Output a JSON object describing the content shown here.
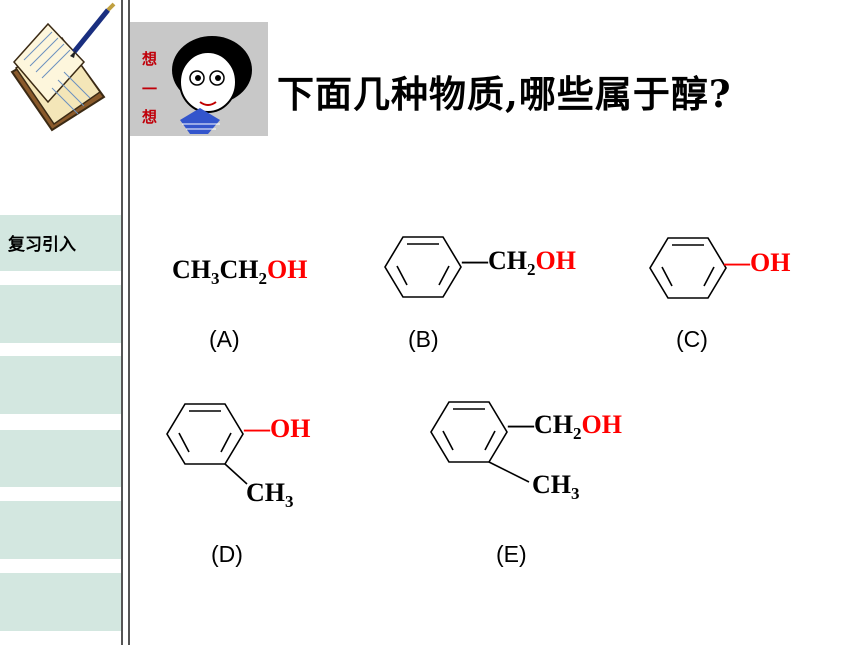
{
  "header": {
    "title": "下面几种物质,哪些属于醇?",
    "think_badge": "想一想"
  },
  "sidebar": {
    "items": [
      {
        "label": "复习引入"
      },
      {
        "label": ""
      },
      {
        "label": ""
      },
      {
        "label": ""
      },
      {
        "label": ""
      },
      {
        "label": ""
      }
    ]
  },
  "structures": {
    "A": {
      "caption": "(A)",
      "formula_parts": [
        "CH",
        "3",
        "CH",
        "2",
        "OH"
      ]
    },
    "B": {
      "caption": "(B)",
      "group": [
        "—CH",
        "2",
        "OH"
      ]
    },
    "C": {
      "caption": "(C)",
      "group": "—OH"
    },
    "D": {
      "caption": "(D)",
      "group": "—OH",
      "methyl": [
        "CH",
        "3"
      ]
    },
    "E": {
      "caption": "(E)",
      "group": [
        "—CH",
        "2",
        "OH"
      ],
      "methyl": [
        "CH",
        "3"
      ]
    }
  },
  "colors": {
    "oh": "#ff0000",
    "sidebar": "#d3e7e0",
    "badge_bg": "#c8c8c8"
  }
}
